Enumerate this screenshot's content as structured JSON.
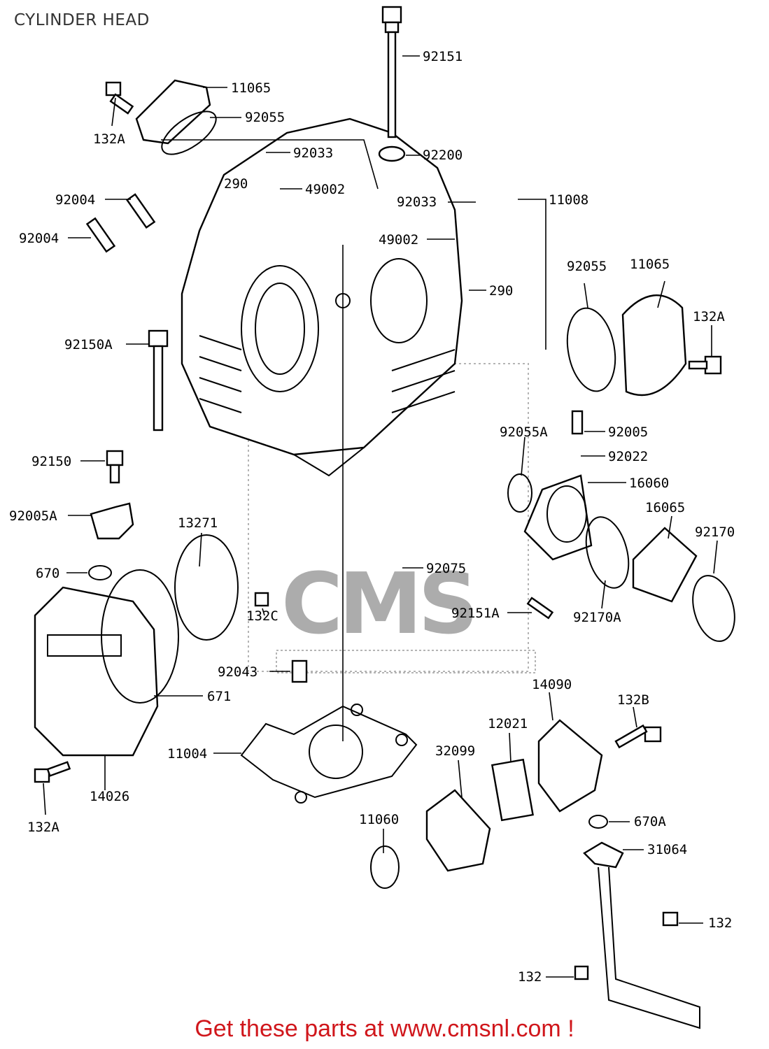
{
  "title": "CYLINDER HEAD",
  "footer": {
    "text": "Get these parts at www.cmsnl.com !"
  },
  "watermark": {
    "text": "CMS",
    "color": "#555555"
  },
  "colors": {
    "footer": "#d0161b",
    "title": "#333333"
  },
  "callouts": {
    "c92151": "92151",
    "c11065a": "11065",
    "c92055a": "92055",
    "c132Aa": "132A",
    "c92033a": "92033",
    "c92200": "92200",
    "c290a": "290",
    "c49002a": "49002",
    "c92004a": "92004",
    "c92033b": "92033",
    "c11008": "11008",
    "c92004b": "92004",
    "c49002b": "49002",
    "c92055b": "92055",
    "c11065b": "11065",
    "c290b": "290",
    "c132Ab": "132A",
    "c92150A": "92150A",
    "c92055A": "92055A",
    "c92005": "92005",
    "c92022": "92022",
    "c92150": "92150",
    "c16060": "16060",
    "c13271": "13271",
    "c16065": "16065",
    "c92005A": "92005A",
    "c92170": "92170",
    "c92075": "92075",
    "c670": "670",
    "c132C": "132C",
    "c92151A": "92151A",
    "c92170A": "92170A",
    "c92043": "92043",
    "c671": "671",
    "c14090": "14090",
    "c132B": "132B",
    "c12021": "12021",
    "c11004": "11004",
    "c32099": "32099",
    "c14026": "14026",
    "c670A": "670A",
    "c11060": "11060",
    "c132Ac": "132A",
    "c31064": "31064",
    "c132a": "132",
    "c132b": "132"
  }
}
